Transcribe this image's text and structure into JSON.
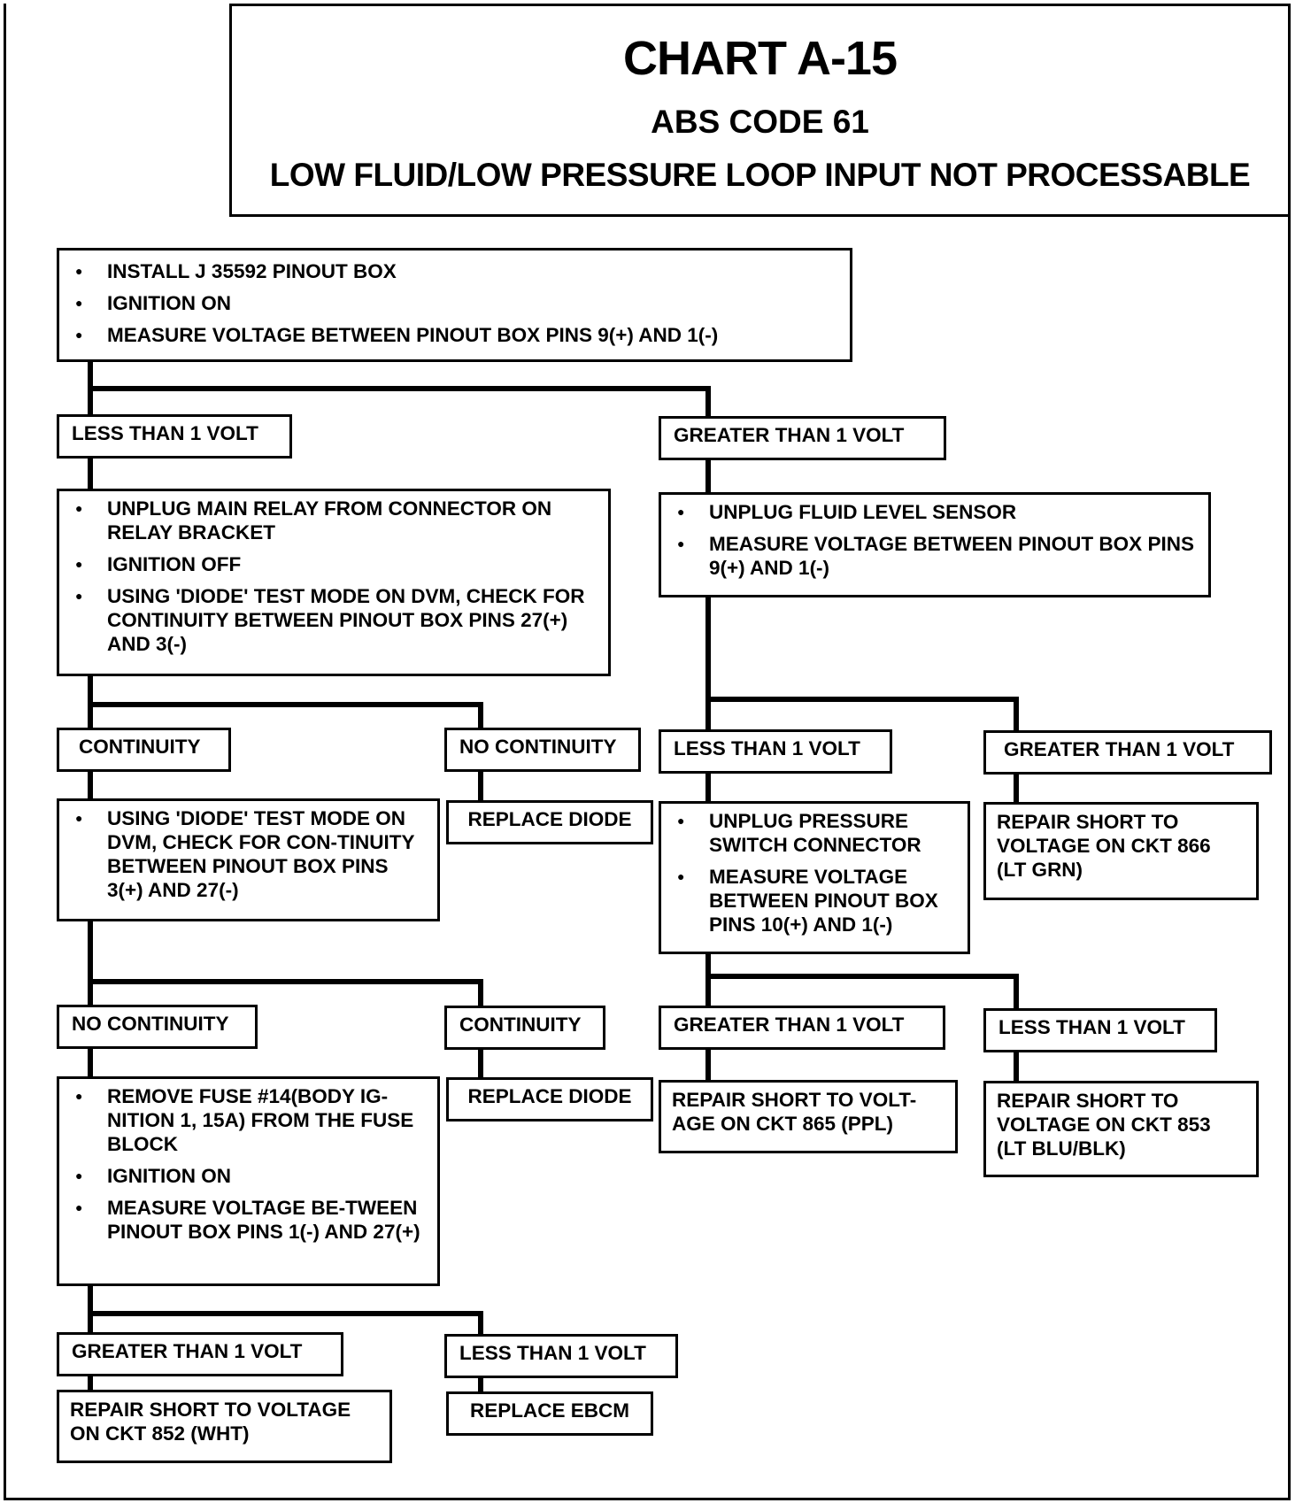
{
  "title": {
    "chart": "CHART A-15",
    "code": "ABS CODE 61",
    "description": "LOW FLUID/LOW PRESSURE LOOP INPUT NOT PROCESSABLE"
  },
  "steps": {
    "start": [
      "INSTALL J 35592 PINOUT BOX",
      "IGNITION ON",
      "MEASURE VOLTAGE BETWEEN PINOUT BOX PINS 9(+) AND 1(-)"
    ],
    "left_check": [
      "UNPLUG MAIN RELAY FROM CONNECTOR ON RELAY BRACKET",
      "IGNITION OFF",
      "USING 'DIODE' TEST MODE ON DVM, CHECK FOR CONTINUITY BETWEEN PINOUT BOX PINS 27(+) AND 3(-)"
    ],
    "right_check": [
      "UNPLUG FLUID LEVEL SENSOR",
      "MEASURE VOLTAGE BETWEEN PINOUT BOX PINS 9(+) AND 1(-)"
    ],
    "reverse_check": [
      "USING 'DIODE' TEST MODE ON DVM, CHECK FOR CON-TINUITY BETWEEN PINOUT BOX PINS 3(+) AND 27(-)"
    ],
    "pressure_check": [
      "UNPLUG PRESSURE SWITCH CONNECTOR",
      "MEASURE VOLTAGE BETWEEN PINOUT BOX PINS 10(+) AND 1(-)"
    ],
    "fuse_check": [
      "REMOVE FUSE #14(BODY IG-NITION 1, 15A) FROM THE FUSE BLOCK",
      "IGNITION ON",
      "MEASURE VOLTAGE BE-TWEEN PINOUT BOX PINS 1(-) AND 27(+)"
    ]
  },
  "labels": {
    "lt1_a": "LESS THAN 1 VOLT",
    "gt1_a": "GREATER THAN 1 VOLT",
    "cont_a": "CONTINUITY",
    "nocont_a": "NO CONTINUITY",
    "lt1_b": "LESS THAN 1 VOLT",
    "gt1_b": "GREATER THAN 1 VOLT",
    "nocont_b": "NO CONTINUITY",
    "cont_b": "CONTINUITY",
    "gt1_c": "GREATER THAN 1 VOLT",
    "lt1_c": "LESS THAN 1 VOLT",
    "gt1_d": "GREATER THAN 1 VOLT",
    "lt1_d": "LESS THAN 1 VOLT"
  },
  "actions": {
    "replace_diode_1": "REPLACE DIODE",
    "replace_diode_2": "REPLACE DIODE",
    "repair_866": "REPAIR SHORT TO VOLTAGE ON CKT 866 (LT GRN)",
    "repair_865": "REPAIR SHORT TO VOLT-AGE ON CKT 865 (PPL)",
    "repair_853": "REPAIR SHORT TO VOLTAGE ON CKT 853 (LT BLU/BLK)",
    "repair_852": "REPAIR SHORT TO VOLTAGE ON CKT 852 (WHT)",
    "replace_ebcm": "REPLACE EBCM"
  }
}
